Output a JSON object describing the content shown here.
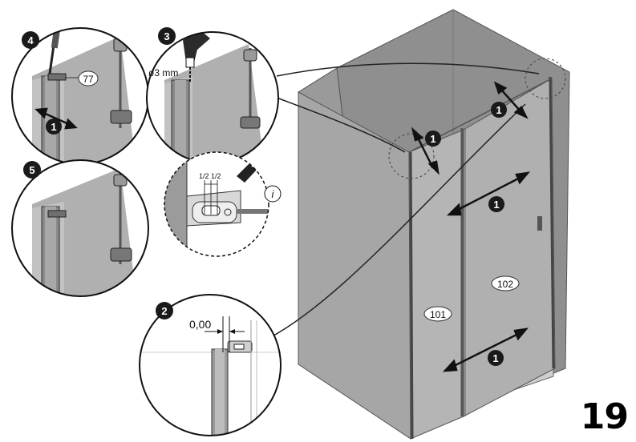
{
  "page_number": "19",
  "steps": {
    "s1": "1",
    "s2": "2",
    "s3": "3",
    "s4": "4",
    "s5": "5"
  },
  "callouts": {
    "p77": "77",
    "p101": "101",
    "p102": "102",
    "info": "i"
  },
  "dimensions": {
    "drill": "ø3 mm",
    "gap": "0,00",
    "half_left": "1/2",
    "half_right": "1/2"
  },
  "colors": {
    "glass": "#b3b3b3",
    "frame": "#8c8c8c",
    "tray": "#d2d2d2",
    "shadow": "#7a7a7a",
    "badge": "#1a1a1a"
  }
}
